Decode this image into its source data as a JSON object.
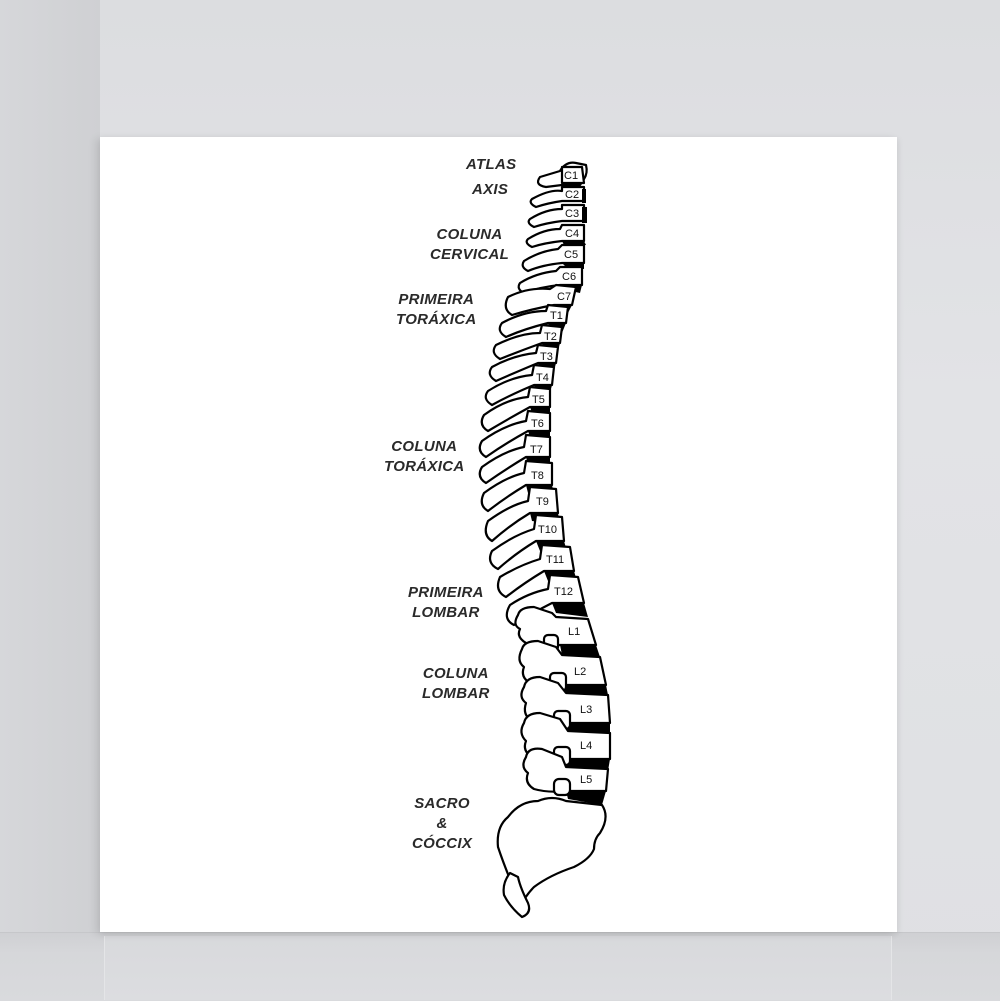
{
  "scene": {
    "wall_color": "#dfe0e3",
    "canvas_color": "#ffffff",
    "ink_color": "#000000"
  },
  "diagram": {
    "subject": "Human spine, lateral view",
    "region_labels": [
      {
        "id": "atlas",
        "lines": [
          "ATLAS"
        ]
      },
      {
        "id": "axis",
        "lines": [
          "AXIS"
        ]
      },
      {
        "id": "cervical",
        "lines": [
          "COLUNA",
          "CERVICAL"
        ]
      },
      {
        "id": "first-thoracic",
        "lines": [
          "PRIMEIRA",
          "TORÁXICA"
        ]
      },
      {
        "id": "thoracic",
        "lines": [
          "COLUNA",
          "TORÁXICA"
        ]
      },
      {
        "id": "first-lumbar",
        "lines": [
          "PRIMEIRA",
          "LOMBAR"
        ]
      },
      {
        "id": "lumbar",
        "lines": [
          "COLUNA",
          "LOMBAR"
        ]
      },
      {
        "id": "sacrum-coccyx",
        "lines": [
          "SACRO",
          "&",
          "CÓCCIX"
        ]
      }
    ],
    "vertebrae": {
      "cervical": [
        "C1",
        "C2",
        "C3",
        "C4",
        "C5",
        "C6",
        "C7"
      ],
      "thoracic": [
        "T1",
        "T2",
        "T3",
        "T4",
        "T5",
        "T6",
        "T7",
        "T8",
        "T9",
        "T10",
        "T11",
        "T12"
      ],
      "lumbar": [
        "L1",
        "L2",
        "L3",
        "L4",
        "L5"
      ]
    }
  }
}
